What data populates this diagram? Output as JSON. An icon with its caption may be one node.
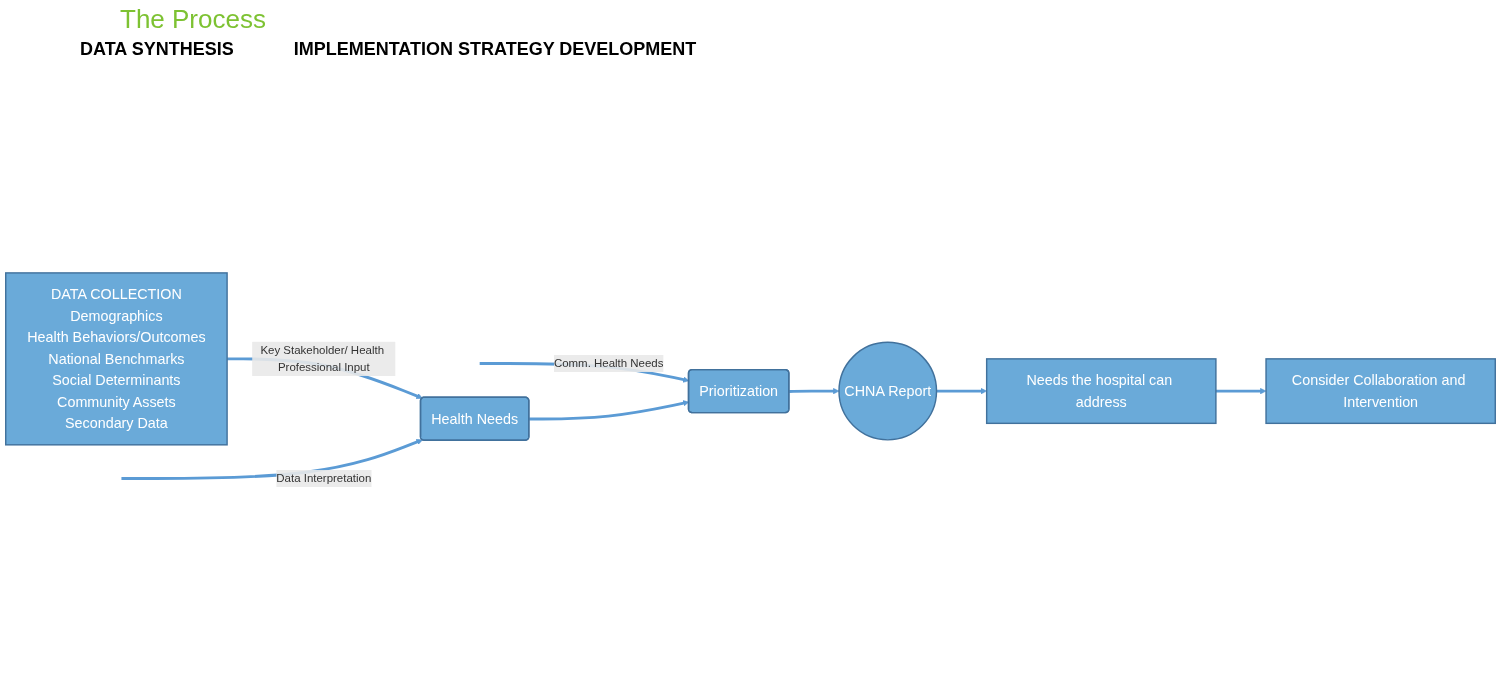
{
  "diagram": {
    "title": "The Process",
    "nodes": [
      {
        "text": [
          "DATA COLLECTION",
          "Demographics",
          "Health Behaviors/Outcomes",
          "National Benchmarks",
          "Social Determinants",
          "Community Assets",
          "Secondary Data"
        ]
      },
      {
        "text": [
          "Health Needs"
        ]
      },
      {
        "text": [
          "Prioritization"
        ]
      },
      {
        "text": [
          "CHNA Report"
        ]
      },
      {
        "text": [
          "Needs the hospital can address"
        ]
      },
      {
        "text": [
          "Consider Collaboration and Intervention"
        ]
      }
    ],
    "edges": [
      {
        "from": 0,
        "to": 1,
        "arrow": "to",
        "label": "Key Stakeholder/ Health Professional Input"
      },
      {
        "from": null,
        "to": 1,
        "arrow": "to",
        "label": "Data Interpretation"
      },
      {
        "from": null,
        "to": 2,
        "arrow": "to",
        "label": "Comm. Health Needs"
      },
      {
        "from": 1,
        "to": 2,
        "arrow": "to"
      },
      {
        "from": 2,
        "to": 3,
        "arrow": "to"
      },
      {
        "from": 3,
        "to": 4,
        "arrow": "to"
      },
      {
        "from": 4,
        "to": 5,
        "arrow": "to"
      }
    ],
    "labels": [
      "DATA SYNTHESIS",
      "IMPLEMENTATION STRATEGY DEVELOPMENT"
    ]
  }
}
